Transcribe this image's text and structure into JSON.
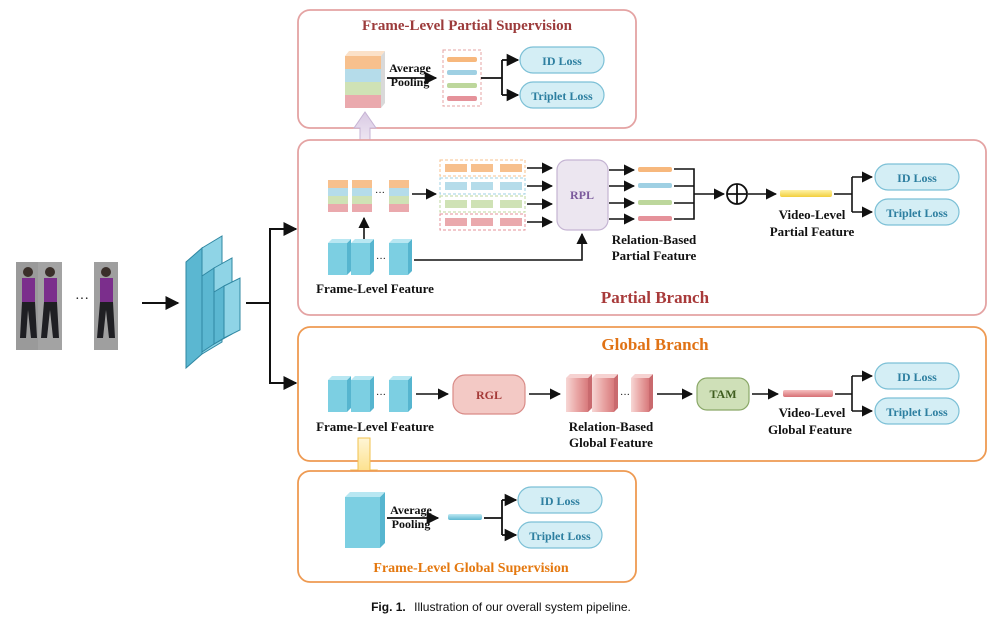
{
  "colors": {
    "partial_box": "#e4a3a3",
    "global_box": "#ee9a52",
    "partial_supervision_title": "#9c3b3b",
    "global_supervision_title": "#e4780f",
    "partial_branch_title": "#a83a3a",
    "global_branch_title": "#e07215",
    "loss_fill": "#d4eef5",
    "loss_stroke": "#7cc0d6",
    "loss_text": "#2d7fa0",
    "feature_blue": "#7ccfe2",
    "stripe_orange": "#f7c08d",
    "stripe_blue": "#b5dcea",
    "stripe_green": "#cfe2b5",
    "stripe_pink": "#eaa9ad",
    "rpl_fill": "#ece6f0",
    "rpl_text": "#7b5a9c",
    "rgl_fill": "#f3c9c5",
    "rgl_text": "#a53a38",
    "tam_fill": "#cfe0b8",
    "tam_text": "#3f5d1f"
  },
  "icons": {
    "input_frames": "person-walking-frames-icon",
    "backbone": "cnn-backbone-icon",
    "sum_operator": "element-wise-sum-icon"
  },
  "frame_level_partial_supervision": {
    "title": "Frame-Level Partial Supervision",
    "pooling_label": [
      "Average",
      "Pooling"
    ],
    "id_loss": "ID Loss",
    "triplet_loss": "Triplet Loss"
  },
  "partial_branch": {
    "title": "Partial Branch",
    "frame_level_feature": "Frame-Level Feature",
    "rpl": "RPL",
    "relation_based_feature": [
      "Relation-Based",
      "Partial Feature"
    ],
    "video_level_feature": [
      "Video-Level",
      "Partial Feature"
    ],
    "id_loss": "ID Loss",
    "triplet_loss": "Triplet Loss"
  },
  "global_branch": {
    "title": "Global Branch",
    "frame_level_feature": "Frame-Level Feature",
    "rgl": "RGL",
    "relation_based_feature": [
      "Relation-Based",
      "Global Feature"
    ],
    "tam": "TAM",
    "video_level_feature": [
      "Video-Level",
      "Global Feature"
    ],
    "id_loss": "ID Loss",
    "triplet_loss": "Triplet Loss"
  },
  "frame_level_global_supervision": {
    "title": "Frame-Level Global Supervision",
    "pooling_label": [
      "Average",
      "Pooling"
    ],
    "id_loss": "ID Loss",
    "triplet_loss": "Triplet Loss"
  },
  "ellipsis": "···",
  "caption": {
    "label": "Fig. 1.",
    "text": "Illustration of our overall system pipeline."
  }
}
